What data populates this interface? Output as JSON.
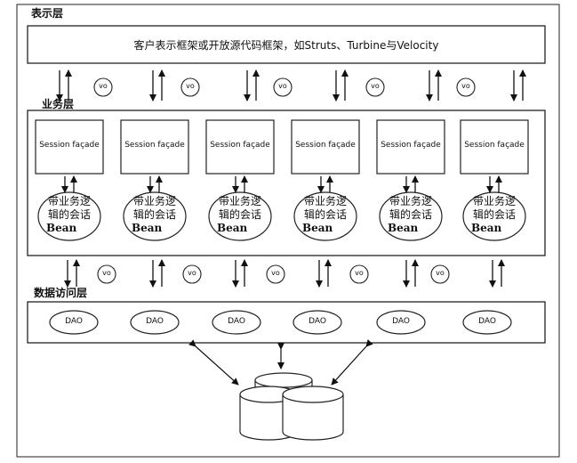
{
  "layers": {
    "presentation_title": "表示层",
    "business_title": "业务层",
    "data_access_title": "数据访问层"
  },
  "presentation": {
    "description": "客户表示框架或开放源代码框架，如Struts、Turbine与Velocity"
  },
  "business": {
    "facades": [
      "Session façade",
      "Session façade",
      "Session façade",
      "Session façade",
      "Session façade",
      "Session façade"
    ],
    "beans": [
      {
        "line1": "带业务逻",
        "line2": "辑的会话",
        "line3": "Bean"
      },
      {
        "line1": "带业务逻",
        "line2": "辑的会话",
        "line3": "Bean"
      },
      {
        "line1": "带业务逻",
        "line2": "辑的会话",
        "line3": "Bean"
      },
      {
        "line1": "带业务逻",
        "line2": "辑的会话",
        "line3": "Bean"
      },
      {
        "line1": "带业务逻",
        "line2": "辑的会话",
        "line3": "Bean"
      },
      {
        "line1": "带业务逻",
        "line2": "辑的会话",
        "line3": "Bean"
      }
    ]
  },
  "vo_upper": [
    "vo",
    "vo",
    "vo",
    "vo",
    "vo"
  ],
  "vo_lower": [
    "vo",
    "vo",
    "vo",
    "vo",
    "vo"
  ],
  "data_access": {
    "daos": [
      "DAO",
      "DAO",
      "DAO",
      "DAO",
      "DAO",
      "DAO"
    ]
  }
}
